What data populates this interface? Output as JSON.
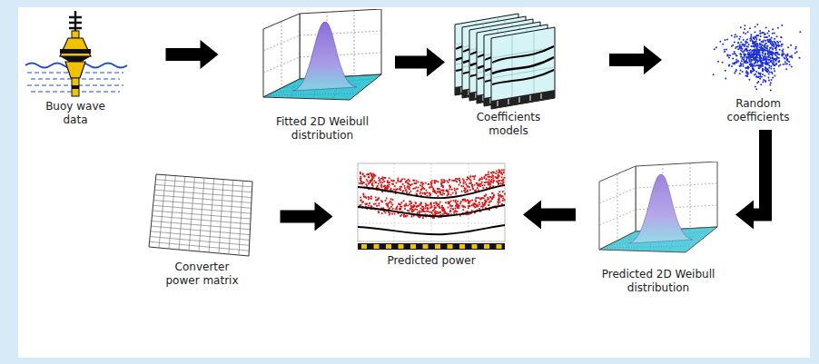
{
  "diagram": {
    "nodes": [
      {
        "text": [
          "Buoy wave data"
        ]
      },
      {
        "text": [
          "Fitted 2D Weibull distribution"
        ]
      },
      {
        "text": [
          "Coefficients models"
        ]
      },
      {
        "text": [
          "Random coefficients"
        ]
      },
      {
        "text": [
          "Predicted 2D Weibull distribution"
        ]
      },
      {
        "text": [
          "Predicted power"
        ]
      },
      {
        "text": [
          "Converter power matrix"
        ]
      }
    ],
    "edges": [
      {
        "from": 0,
        "to": 1,
        "arrow": "to"
      },
      {
        "from": 1,
        "to": 2,
        "arrow": "to"
      },
      {
        "from": 2,
        "to": 3,
        "arrow": "to"
      },
      {
        "from": 3,
        "to": 4,
        "arrow": "to"
      },
      {
        "from": 4,
        "to": 5,
        "arrow": "to"
      },
      {
        "from": 6,
        "to": 5,
        "arrow": "to"
      }
    ]
  }
}
